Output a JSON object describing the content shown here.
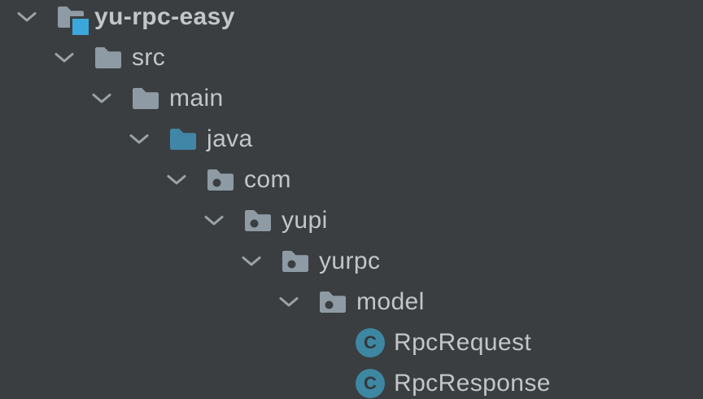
{
  "panel": {
    "name": "project-tree",
    "background": "#3A3E41"
  },
  "colors": {
    "text": "#C3C6C8",
    "chevron": "#9CA3A7",
    "folder_gray": "#8E9BA4",
    "folder_sources_blue": "#4186A6",
    "project_badge_blue": "#3CA7DB",
    "package_hole": "#3A3E41",
    "class_circle": "#3E87A3",
    "class_letter": "#33383B"
  },
  "class_icon_letter": "C",
  "tree": {
    "items": [
      {
        "label": "yu-rpc-easy",
        "type": "project-root",
        "level": 0,
        "expanded": true,
        "bold": true
      },
      {
        "label": "src",
        "type": "folder",
        "level": 1,
        "expanded": true,
        "bold": false
      },
      {
        "label": "main",
        "type": "folder",
        "level": 2,
        "expanded": true,
        "bold": false
      },
      {
        "label": "java",
        "type": "sources-root",
        "level": 3,
        "expanded": true,
        "bold": false
      },
      {
        "label": "com",
        "type": "package",
        "level": 4,
        "expanded": true,
        "bold": false
      },
      {
        "label": "yupi",
        "type": "package",
        "level": 5,
        "expanded": true,
        "bold": false
      },
      {
        "label": "yurpc",
        "type": "package",
        "level": 6,
        "expanded": true,
        "bold": false
      },
      {
        "label": "model",
        "type": "package",
        "level": 7,
        "expanded": true,
        "bold": false
      },
      {
        "label": "RpcRequest",
        "type": "class",
        "level": 8,
        "expanded": false,
        "bold": false
      },
      {
        "label": "RpcResponse",
        "type": "class",
        "level": 8,
        "expanded": false,
        "bold": false
      }
    ]
  }
}
